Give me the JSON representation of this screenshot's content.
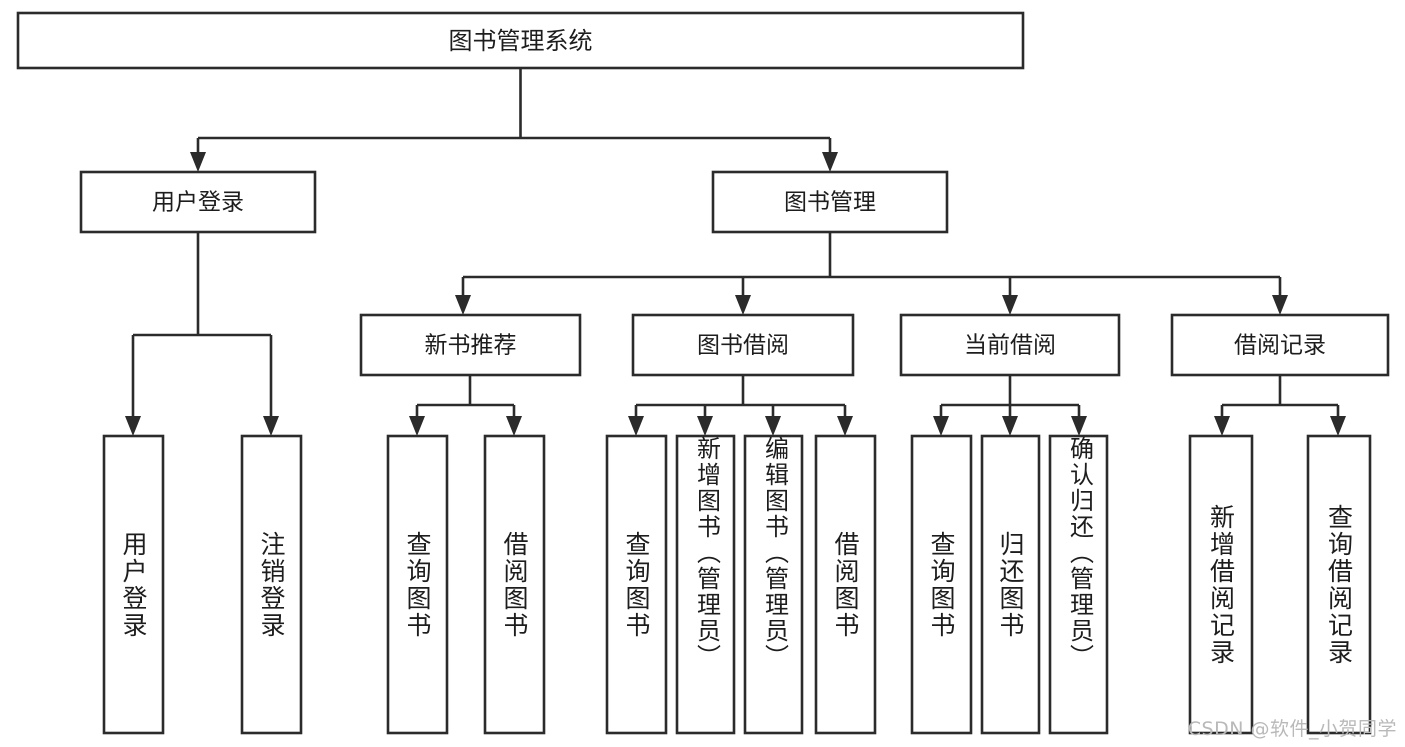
{
  "diagram": {
    "kind": "hierarchy-tree",
    "title": "图书管理系统",
    "watermark": "CSDN @软件_小贺同学",
    "colors": {
      "stroke": "#2b2b2b",
      "fill": "#ffffff",
      "text": "#1d1d1d",
      "watermark": "#b9b9b9",
      "background": "#ffffff"
    },
    "root": {
      "label": "图书管理系统"
    },
    "level2": [
      {
        "label": "用户登录"
      },
      {
        "label": "图书管理"
      }
    ],
    "level3": [
      {
        "label": "新书推荐"
      },
      {
        "label": "图书借阅"
      },
      {
        "label": "当前借阅"
      },
      {
        "label": "借阅记录"
      }
    ],
    "leaves": {
      "user_login": [
        {
          "label": "用户登录"
        },
        {
          "label": "注销登录"
        }
      ],
      "new_book_recommend": [
        {
          "label": "查询图书"
        },
        {
          "label": "借阅图书"
        }
      ],
      "book_borrow": [
        {
          "label": "查询图书"
        },
        {
          "label": "新增图书（管理员）"
        },
        {
          "label": "编辑图书（管理员）"
        },
        {
          "label": "借阅图书"
        }
      ],
      "current_borrow": [
        {
          "label": "查询图书"
        },
        {
          "label": "归还图书"
        },
        {
          "label": "确认归还（管理员）"
        }
      ],
      "borrow_record": [
        {
          "label": "新增借阅记录"
        },
        {
          "label": "查询借阅记录"
        }
      ]
    }
  }
}
